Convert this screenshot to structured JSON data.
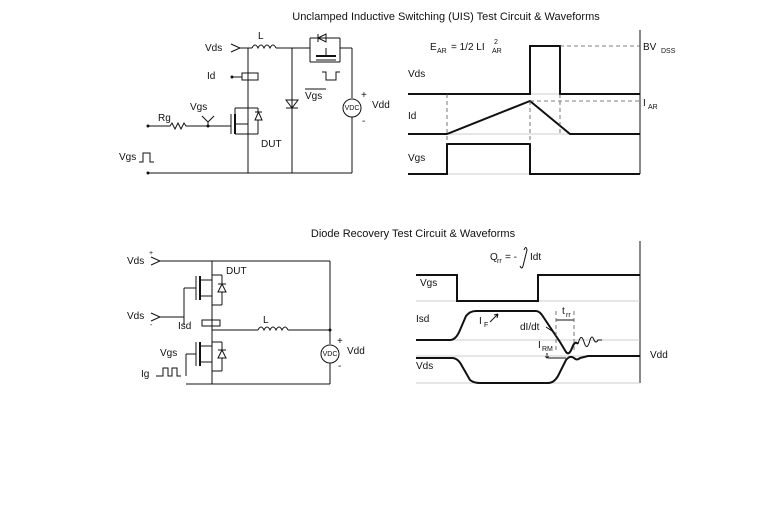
{
  "uis": {
    "title": "Unclamped Inductive Switching (UIS) Test Circuit & Waveforms",
    "circuit": {
      "vds": "Vds",
      "id": "Id",
      "vgs": "Vgs",
      "rg": "Rg",
      "vgs_pulse": "Vgs",
      "l": "L",
      "dut": "DUT",
      "vgs_bar": "Vgs",
      "vdd": "Vdd",
      "vdc": "VDC",
      "plus": "+",
      "minus": "-"
    },
    "waveforms": {
      "equation": "E",
      "eq_sub": "AR",
      "eq_rest": "= 1/2 LI",
      "eq_sup": "2",
      "eq_sub2": "AR",
      "vds": "Vds",
      "id": "Id",
      "vgs": "Vgs",
      "bv": "BV",
      "bv_sub": "DSS",
      "iar": "I",
      "iar_sub": "AR"
    }
  },
  "diode": {
    "title": "Diode Recovery Test Circuit & Waveforms",
    "circuit": {
      "vds_plus": "Vds",
      "plus": "+",
      "vds_minus": "Vds",
      "minus": "-",
      "dut": "DUT",
      "isd": "Isd",
      "l": "L",
      "vgs": "Vgs",
      "ig": "Ig",
      "vdd": "Vdd",
      "vdd_plus": "+",
      "vdd_minus": "-",
      "vdc": "VDC"
    },
    "waveforms": {
      "qrr": "Q",
      "qrr_sub": "rr",
      "qrr_eq": "= -",
      "qrr_int": "Idt",
      "vgs": "Vgs",
      "isd": "Isd",
      "if": "I",
      "if_sub": "F",
      "didt": "dI/dt",
      "trr": "t",
      "trr_sub": "rr",
      "irm": "I",
      "irm_sub": "RM",
      "vds": "Vds",
      "vdd": "Vdd"
    }
  }
}
